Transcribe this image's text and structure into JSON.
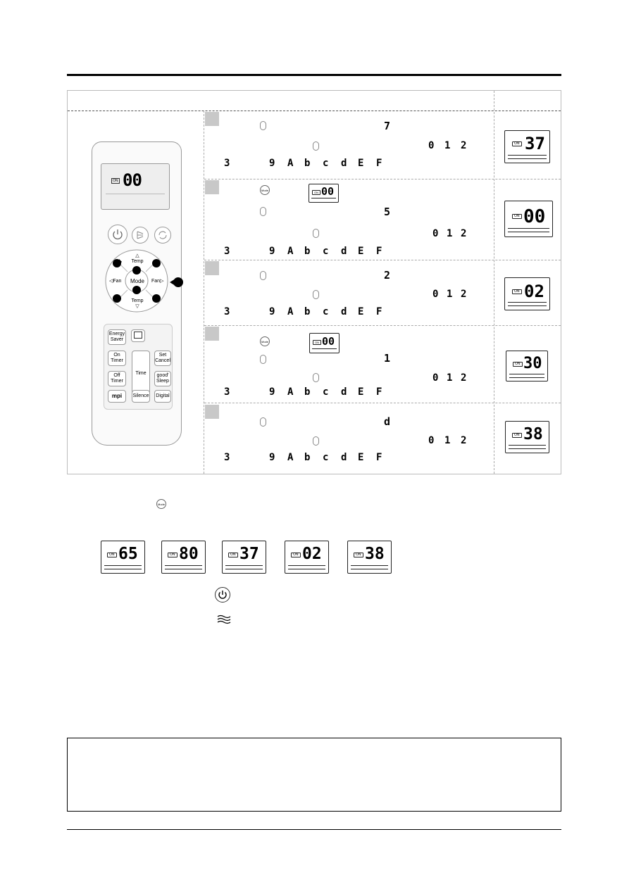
{
  "steps": [
    {
      "number": "",
      "target_digit": "7",
      "seq_top": [
        "0",
        "1",
        "2"
      ],
      "seq_bottom": [
        "3",
        "9",
        "A",
        "b",
        "c",
        "d",
        "E",
        "F"
      ],
      "result_digits": "37",
      "shows_mode_display": false
    },
    {
      "number": "",
      "target_digit": "5",
      "seq_top": [
        "0",
        "1",
        "2"
      ],
      "seq_bottom": [
        "3",
        "9",
        "A",
        "b",
        "c",
        "d",
        "E",
        "F"
      ],
      "result_digits": "00",
      "shows_mode_display": true,
      "inline_display": "00"
    },
    {
      "number": "",
      "target_digit": "2",
      "seq_top": [
        "0",
        "1",
        "2"
      ],
      "seq_bottom": [
        "3",
        "9",
        "A",
        "b",
        "c",
        "d",
        "E",
        "F"
      ],
      "result_digits": "02",
      "shows_mode_display": false
    },
    {
      "number": "",
      "target_digit": "1",
      "seq_top": [
        "0",
        "1",
        "2"
      ],
      "seq_bottom": [
        "3",
        "9",
        "A",
        "b",
        "c",
        "d",
        "E",
        "F"
      ],
      "result_digits": "30",
      "shows_mode_display": true,
      "inline_display": "00"
    },
    {
      "number": "",
      "target_digit": "d",
      "seq_top": [
        "0",
        "1",
        "2"
      ],
      "seq_bottom": [
        "3",
        "9",
        "A",
        "b",
        "c",
        "d",
        "E",
        "F"
      ],
      "result_digits": "38",
      "shows_mode_display": false
    }
  ],
  "remote": {
    "display_on": "ON",
    "display_digits": "00",
    "temp_up": "Temp",
    "temp_down": "Temp",
    "mode": "Mode",
    "fan_left": "Fan",
    "fan_right": "Fan",
    "energy_saver": "Energy Saver",
    "on_timer": "On Timer",
    "off_timer": "Off Timer",
    "time": "Time",
    "set_cancel": "Set Cancel",
    "good_sleep": "good' Sleep",
    "mpi": "mpi",
    "silence": "Silence",
    "digital": "Digital"
  },
  "mode_small_label": "Mode",
  "cycle_displays": [
    "65",
    "80",
    "37",
    "02",
    "38"
  ],
  "on_label": "ON",
  "icons": {
    "power": "power-icon",
    "wind": "wind-icon"
  }
}
